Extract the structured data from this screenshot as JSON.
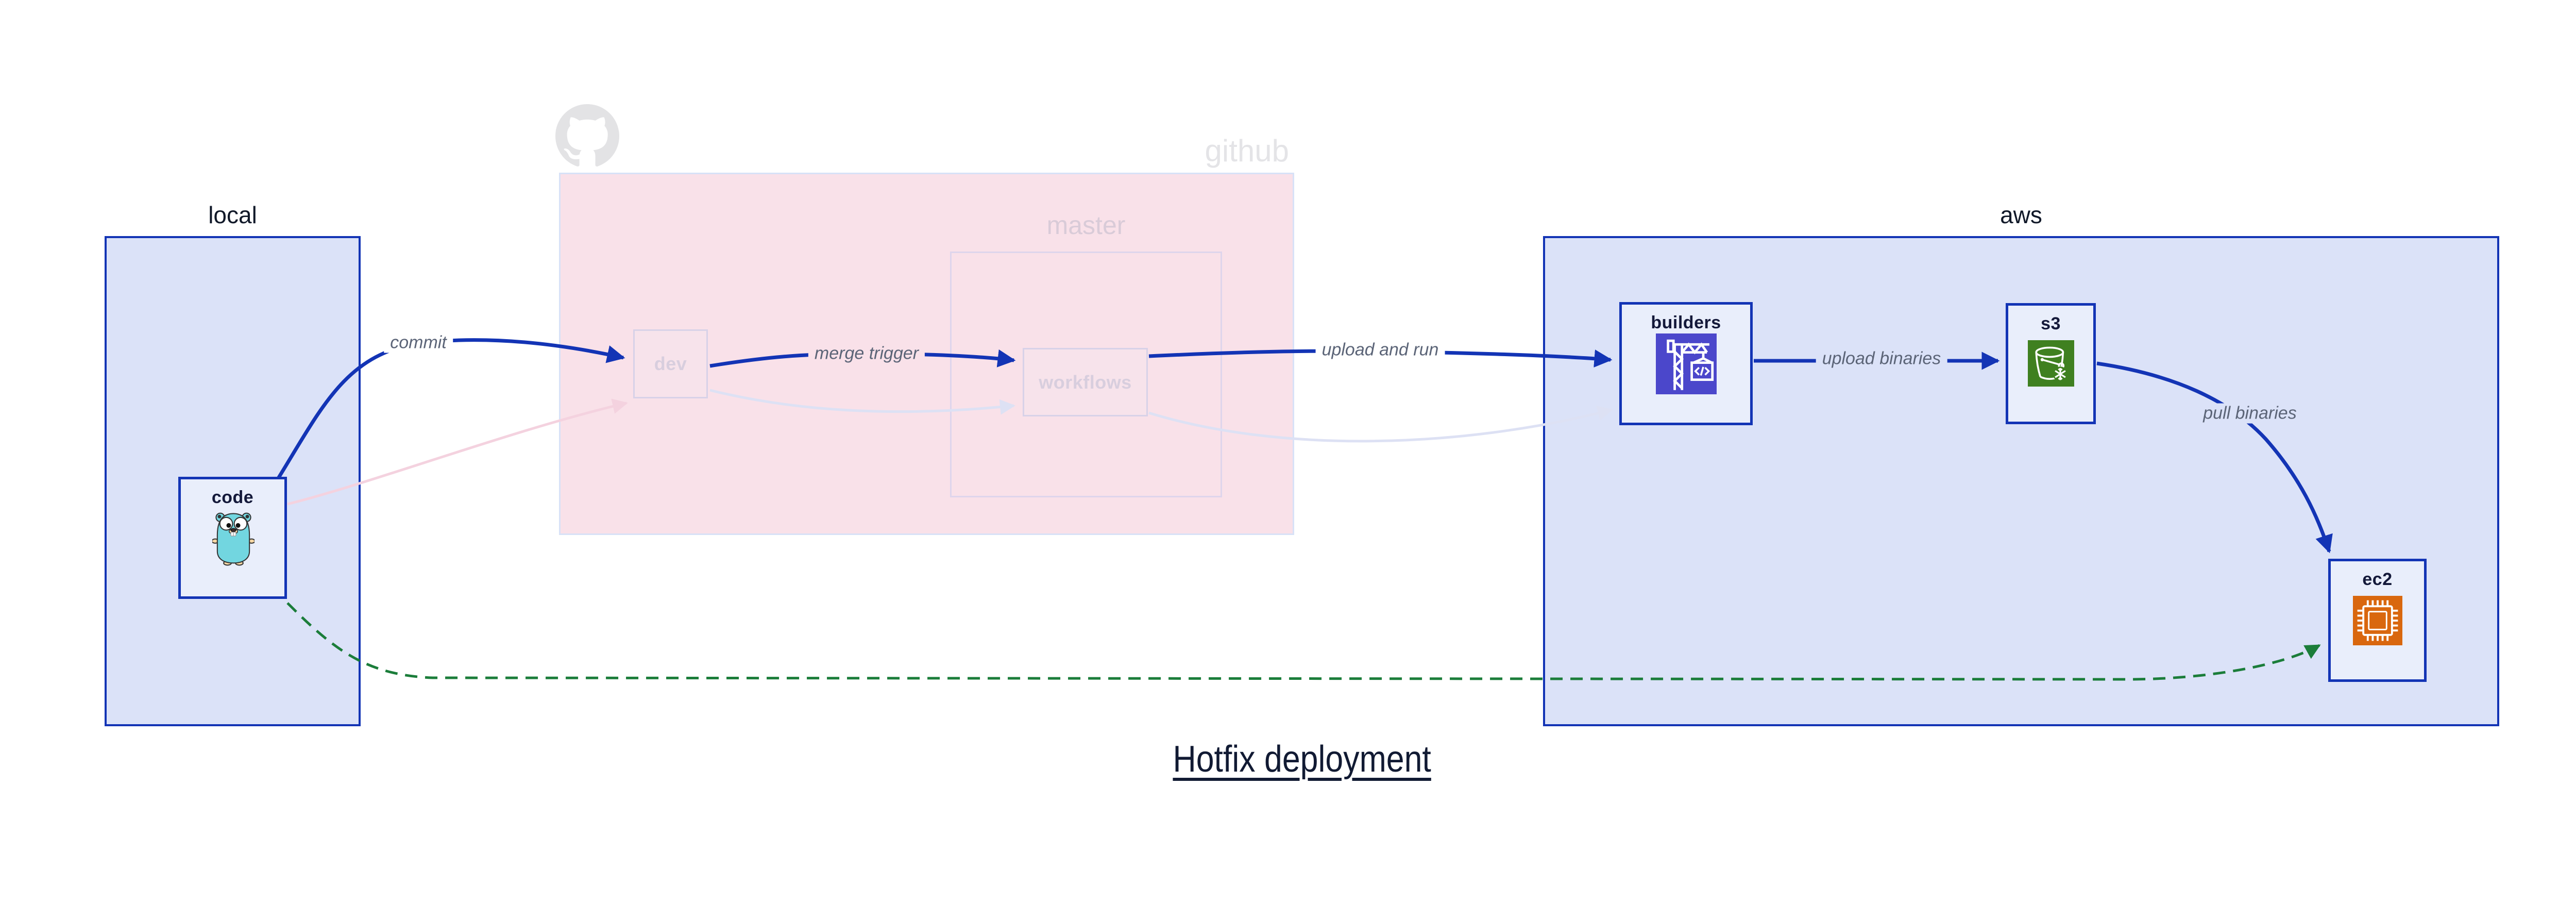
{
  "title": "Hotfix deployment",
  "groups": {
    "local": {
      "label": "local"
    },
    "github": {
      "label": "github",
      "master": {
        "label": "master"
      }
    },
    "aws": {
      "label": "aws"
    }
  },
  "nodes": {
    "code": {
      "label": "code",
      "icon": "go-gopher-icon"
    },
    "dev": {
      "label": "dev"
    },
    "workflows": {
      "label": "workflows"
    },
    "builders": {
      "label": "builders",
      "icon": "codebuild-crane-icon"
    },
    "s3": {
      "label": "s3",
      "icon": "s3-bucket-icon"
    },
    "ec2": {
      "label": "ec2",
      "icon": "ec2-chip-icon"
    }
  },
  "edges": {
    "commit": {
      "label": "commit",
      "from": "code",
      "to": "dev",
      "style": "solid-blue"
    },
    "merge_trigger": {
      "label": "merge trigger",
      "from": "dev",
      "to": "workflows",
      "style": "solid-blue"
    },
    "upload_and_run": {
      "label": "upload and run",
      "from": "workflows",
      "to": "builders",
      "style": "solid-blue"
    },
    "upload_binaries": {
      "label": "upload binaries",
      "from": "builders",
      "to": "s3",
      "style": "solid-blue"
    },
    "pull_binaries": {
      "label": "pull binaries",
      "from": "s3",
      "to": "ec2",
      "style": "solid-blue"
    },
    "hotfix_deploy": {
      "label": "",
      "from": "code",
      "to": "ec2",
      "style": "dashed-green"
    },
    "code_to_dev_faded": {
      "label": "",
      "from": "code",
      "to": "dev",
      "style": "faded-pink"
    },
    "dev_to_workflows_faded": {
      "label": "",
      "from": "dev",
      "to": "workflows",
      "style": "faded-lavender"
    },
    "workflows_to_builders_faded": {
      "label": "",
      "from": "workflows",
      "to": "builders",
      "style": "faded-lavender"
    }
  },
  "colors": {
    "edge-blue": "#1334b5",
    "edge-green": "#1b7d3a",
    "edge-pink-faded": "#f4d2df",
    "edge-lavender-faded": "#dde1f4",
    "group-fill": "#dbe2f8",
    "group-border": "#1334b5",
    "node-fill": "#e9eefb",
    "github-fill": "#f9e1e9",
    "github-border": "#d8e1f7",
    "faded-node-border": "#d8d2e8",
    "faded-node-fill": "#f7e3eb",
    "faded-node-text": "#d8cede",
    "master-border": "#ded5ec",
    "master-text": "#d9cbd8",
    "github-text": "#e4e4e7",
    "label-text": "#5b6477",
    "node-text": "#14193a",
    "group-text": "#101828",
    "title-text": "#111a33",
    "octocat": "#e3e3e5",
    "codebuild": "#4b47cb",
    "s3": "#3f8020",
    "ec2": "#d9670e",
    "gopher-body": "#72d6e0",
    "gopher-skin": "#f6d7a4"
  }
}
